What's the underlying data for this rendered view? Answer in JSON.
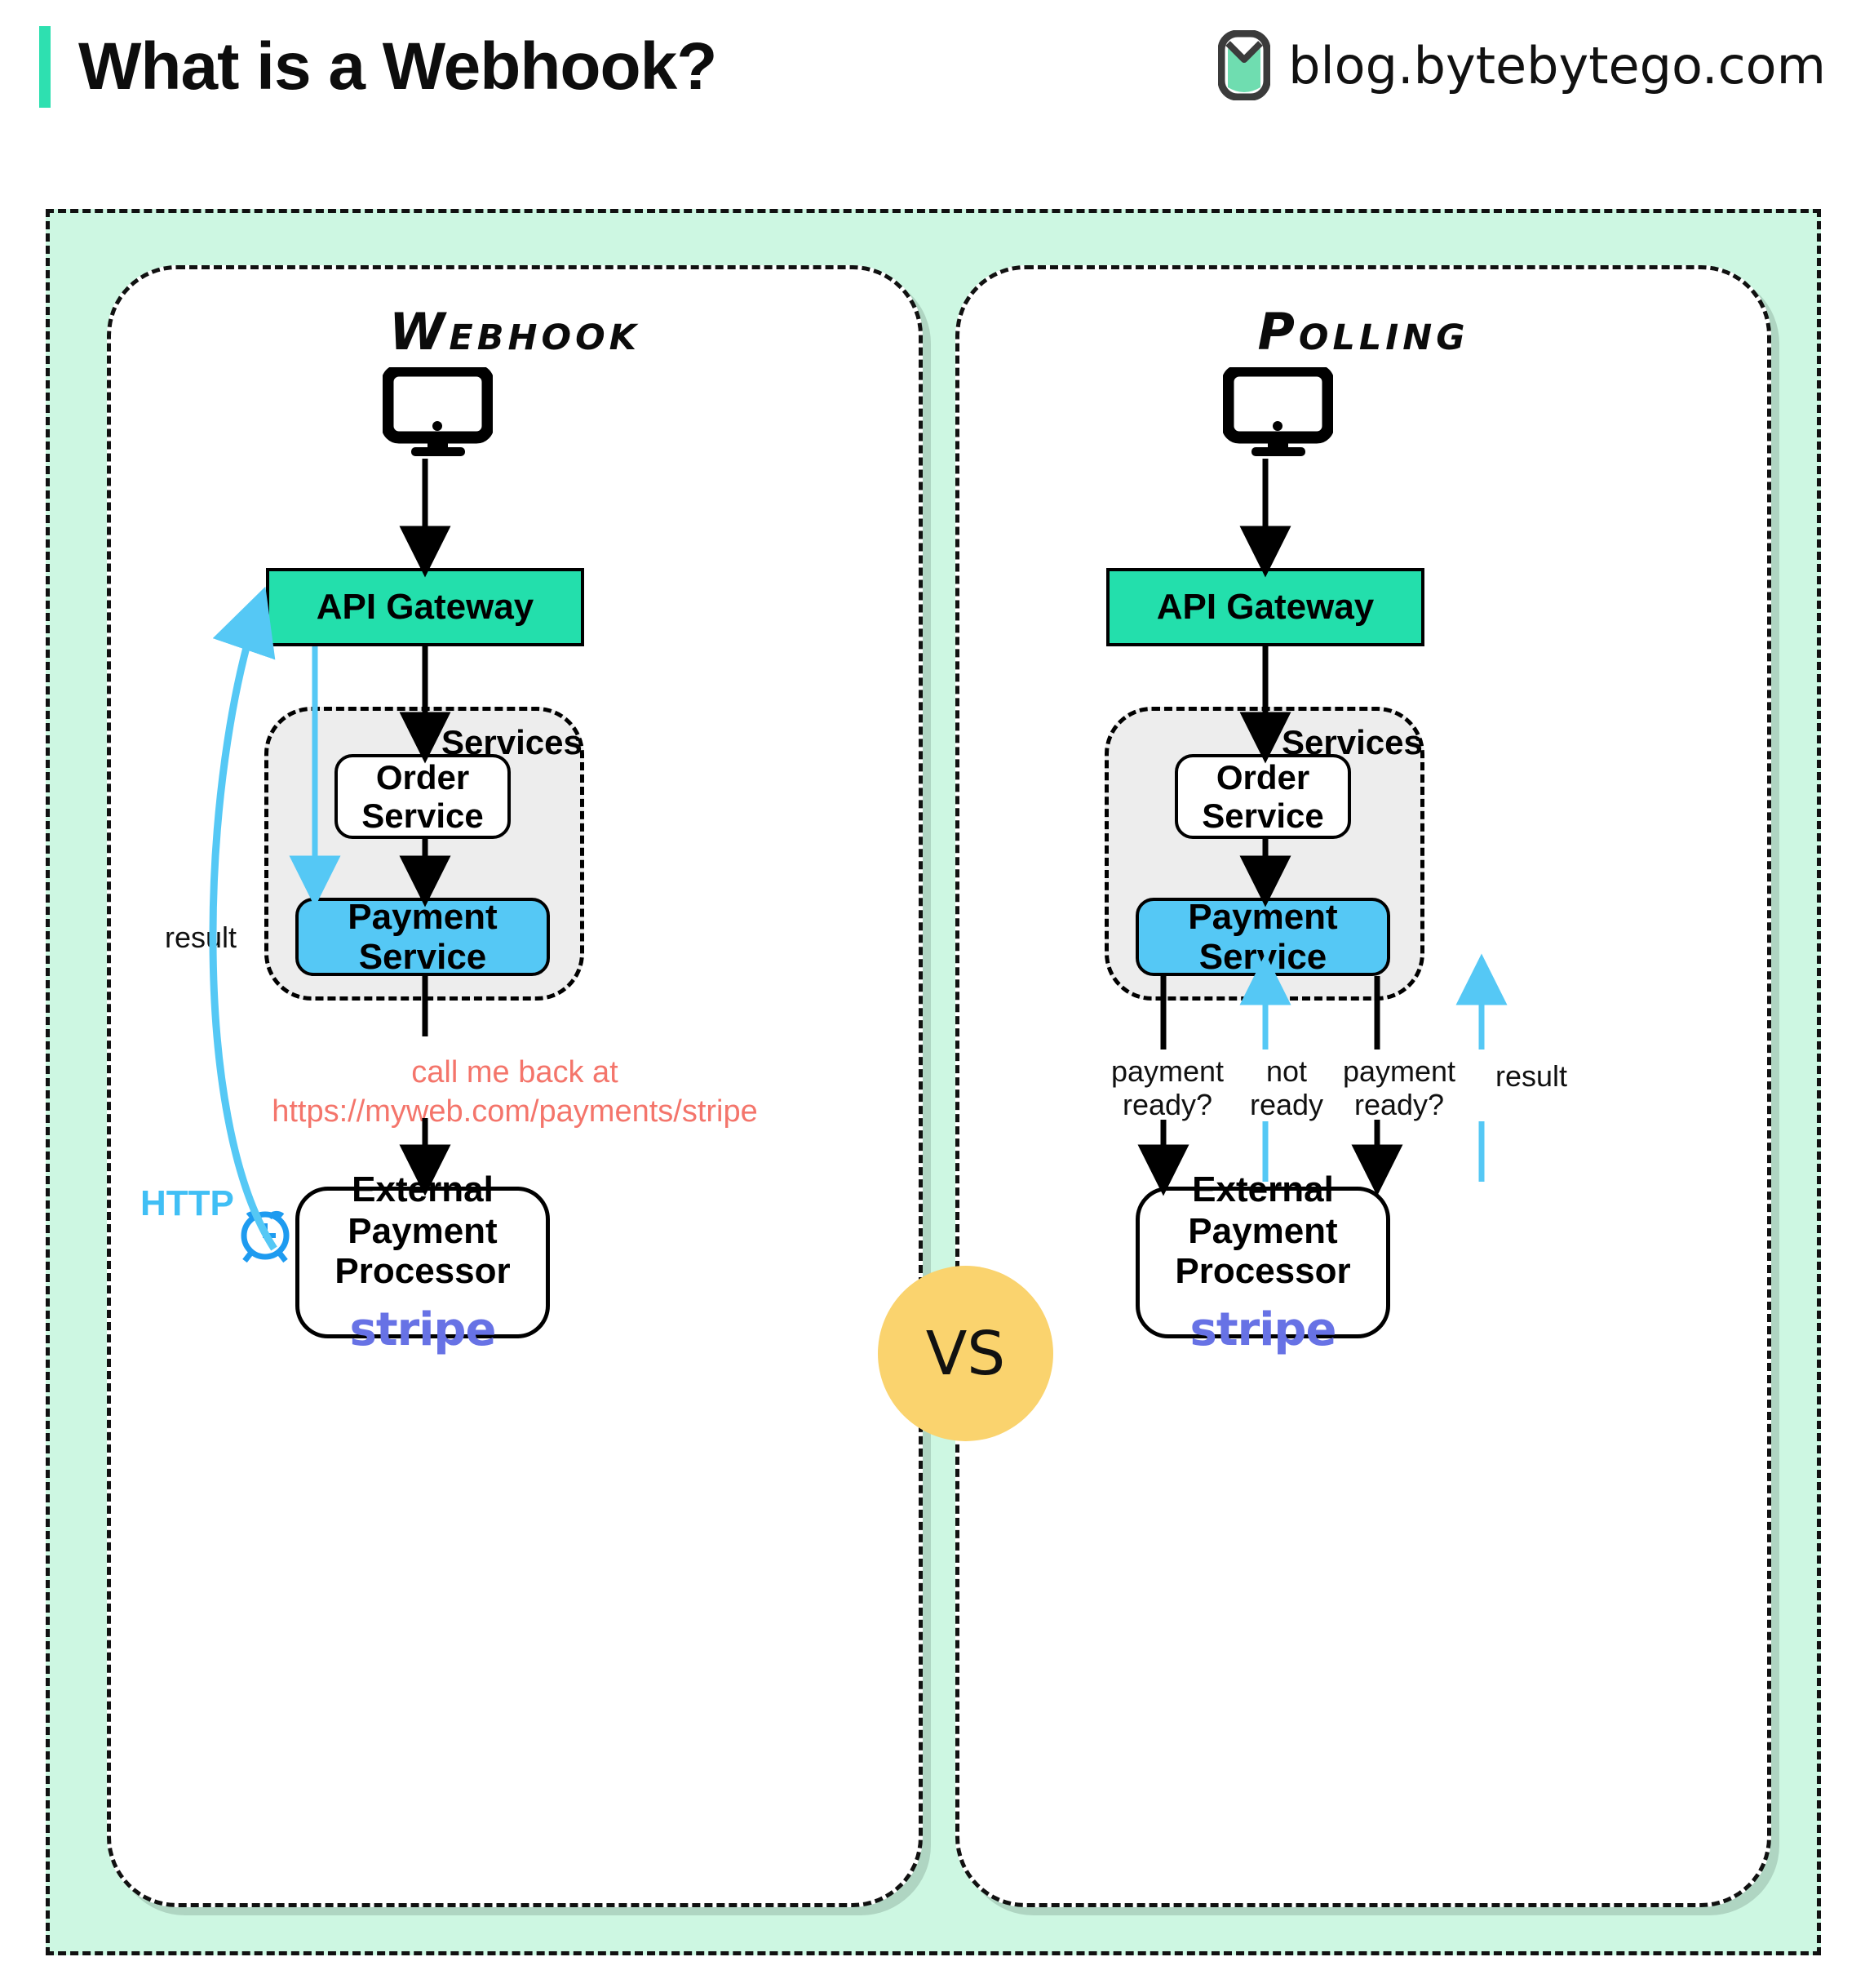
{
  "header": {
    "title": "What is a Webhook?",
    "brand": "blog.bytebytego.com",
    "accent_color": "#2EE0B0",
    "logo_icon": "bytebytego-logo-icon"
  },
  "stage": {
    "background_color": "#CDF7E2",
    "vs_badge": {
      "label": "VS",
      "color": "#FAD36E"
    }
  },
  "panels": [
    {
      "id": "webhook",
      "title": "Webhook",
      "nodes": {
        "client": {
          "icon": "desktop-monitor-icon"
        },
        "gateway": {
          "label": "API Gateway",
          "color": "#23DFAC"
        },
        "services_label": "Services",
        "order_service": {
          "label": "Order\nService",
          "line1": "Order",
          "line2": "Service"
        },
        "payment_service": {
          "label": "Payment Service",
          "color": "#55C8F5"
        },
        "processor": {
          "line1": "External",
          "line2": "Payment Processor",
          "logo": "stripe"
        }
      },
      "annotations": {
        "callback_line1": "call me back at",
        "callback_line2": "https://myweb.com/payments/stripe",
        "callback_color": "#F4756B",
        "result": "result",
        "http": "HTTP",
        "http_color": "#40BFF5",
        "clock_icon": "alarm-clock-icon"
      }
    },
    {
      "id": "polling",
      "title": "Polling",
      "nodes": {
        "client": {
          "icon": "desktop-monitor-icon"
        },
        "gateway": {
          "label": "API Gateway",
          "color": "#23DFAC"
        },
        "services_label": "Services",
        "order_service": {
          "label": "Order\nService",
          "line1": "Order",
          "line2": "Service"
        },
        "payment_service": {
          "label": "Payment Service",
          "color": "#55C8F5"
        },
        "processor": {
          "line1": "External",
          "line2": "Payment Processor",
          "logo": "stripe"
        }
      },
      "annotations": {
        "poll1_line1": "payment",
        "poll1_line2": "ready?",
        "reply1_line1": "not",
        "reply1_line2": "ready",
        "poll2_line1": "payment",
        "poll2_line2": "ready?",
        "result": "result"
      }
    }
  ],
  "colors": {
    "arrow_black": "#000000",
    "arrow_blue": "#55C8F5",
    "services_bg": "#EDEDED",
    "stripe_purple": "#6772E5"
  }
}
